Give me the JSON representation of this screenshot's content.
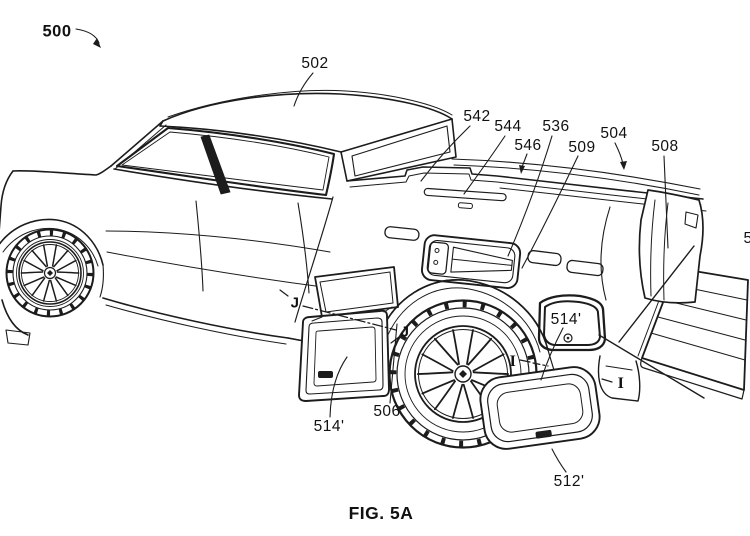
{
  "figure": {
    "caption": "FIG. 5A"
  },
  "reference_labels": {
    "n500": "500",
    "n502": "502",
    "n542": "542",
    "n544": "544",
    "n546": "546",
    "n536": "536",
    "n509": "509",
    "n504": "504",
    "n508": "508",
    "n5_partial": "5",
    "j_left": "J",
    "j_right": "J",
    "n514_left": "514'",
    "n506": "506",
    "n514_right": "514'",
    "i_left": "I",
    "i_right": "I",
    "n512": "512'"
  }
}
